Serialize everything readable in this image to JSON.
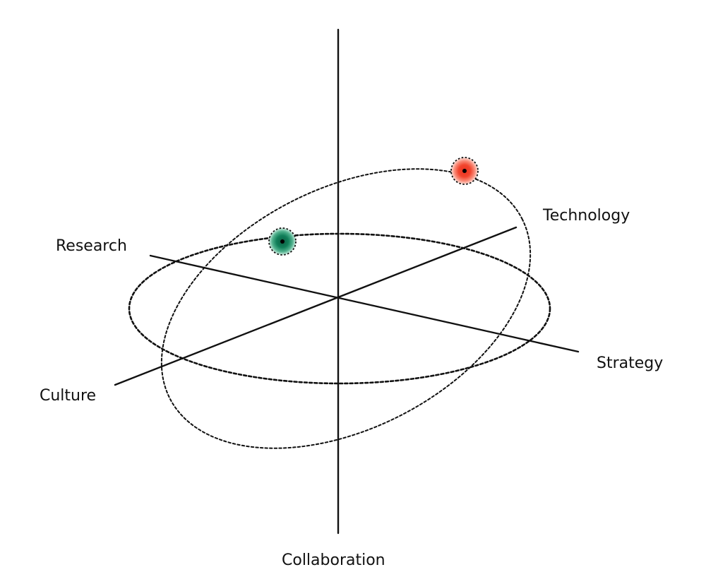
{
  "axes": {
    "research": "Research",
    "technology": "Technology",
    "strategy": "Strategy",
    "culture": "Culture",
    "collaboration": "Collaboration"
  },
  "nodes": [
    {
      "id": "research-node",
      "color": "#0f7a55",
      "glow": "#7fd1b2"
    },
    {
      "id": "technology-node",
      "color": "#f0442c",
      "glow": "#ffb4a6"
    }
  ]
}
